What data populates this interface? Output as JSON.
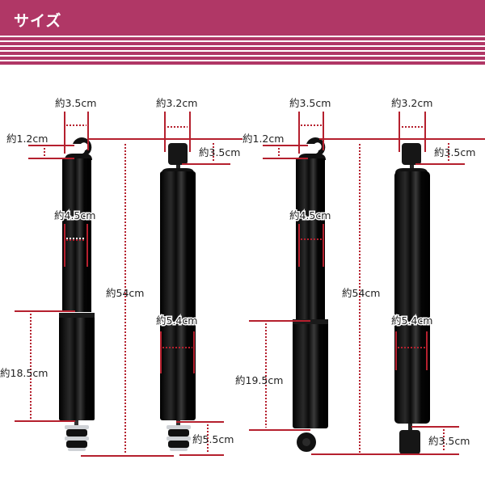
{
  "header": {
    "title": "サイズ",
    "background_color": "#b03766",
    "stripe_color": "#ffffff"
  },
  "colors": {
    "dimension_line": "#b5202e",
    "shock_body": "#0a0a0a",
    "label_text": "#222222"
  },
  "products": [
    {
      "name": "shock-absorber-1",
      "top_eye_width": "約3.5cm",
      "top_eye_thickness": "約1.2cm",
      "upper_tube_diameter": "約4.5cm",
      "lower_tube_length": "約18.5cm",
      "bottom_mount": "stud"
    },
    {
      "name": "shock-absorber-2",
      "top_bushing_width": "約3.2cm",
      "top_bushing_height": "約3.5cm",
      "overall_length": "約54cm",
      "lower_tube_diameter": "約5.4cm",
      "bottom_stud_length": "約5.5cm",
      "bottom_mount": "stud"
    },
    {
      "name": "shock-absorber-3",
      "top_eye_width": "約3.5cm",
      "top_eye_thickness": "約1.2cm",
      "upper_tube_diameter": "約4.5cm",
      "lower_tube_length": "約19.5cm",
      "bottom_mount": "eye"
    },
    {
      "name": "shock-absorber-4",
      "top_bushing_width": "約3.2cm",
      "top_bushing_height": "約3.5cm",
      "overall_length": "約54cm",
      "lower_tube_diameter": "約5.4cm",
      "bottom_bushing_height": "約3.5cm",
      "bottom_mount": "bushing"
    }
  ],
  "labels": {
    "p1_eye_width": "約3.5cm",
    "p1_eye_thickness": "約1.2cm",
    "p1_tube_diameter": "約4.5cm",
    "p1_lower_length": "約18.5cm",
    "p2_bushing_width": "約3.2cm",
    "p2_bushing_height": "約3.5cm",
    "p2_overall_length": "約54cm",
    "p2_tube_diameter": "約5.4cm",
    "p2_stud_length": "約5.5cm",
    "p3_eye_width": "約3.5cm",
    "p3_eye_thickness": "約1.2cm",
    "p3_tube_diameter": "約4.5cm",
    "p3_lower_length": "約19.5cm",
    "p4_bushing_width": "約3.2cm",
    "p4_bushing_height": "約3.5cm",
    "p4_overall_length": "約54cm",
    "p4_tube_diameter": "約5.4cm",
    "p4_bottom_height": "約3.5cm"
  }
}
